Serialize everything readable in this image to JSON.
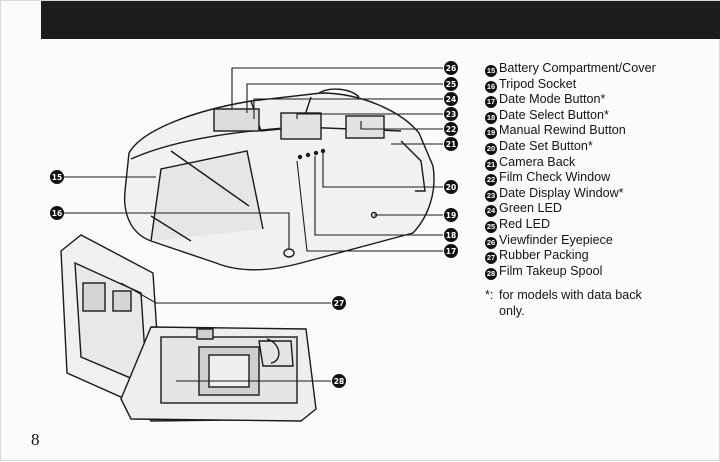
{
  "page_number": "8",
  "parts": [
    {
      "num": "15",
      "label": "Battery Compartment/Cover"
    },
    {
      "num": "16",
      "label": "Tripod Socket"
    },
    {
      "num": "17",
      "label": "Date Mode Button*"
    },
    {
      "num": "18",
      "label": "Date Select Button*"
    },
    {
      "num": "19",
      "label": "Manual Rewind Button"
    },
    {
      "num": "20",
      "label": "Date Set Button*"
    },
    {
      "num": "21",
      "label": "Camera Back"
    },
    {
      "num": "22",
      "label": "Film Check Window"
    },
    {
      "num": "23",
      "label": "Date Display Window*"
    },
    {
      "num": "24",
      "label": "Green LED"
    },
    {
      "num": "25",
      "label": "Red LED"
    },
    {
      "num": "26",
      "label": "Viewfinder Eyepiece"
    },
    {
      "num": "27",
      "label": "Rubber Packing"
    },
    {
      "num": "28",
      "label": "Film Takeup Spool"
    }
  ],
  "note": {
    "mark": "*:",
    "line1": "for models with data back",
    "line2": "only."
  },
  "callouts": [
    "26",
    "25",
    "24",
    "23",
    "22",
    "21",
    "20",
    "19",
    "18",
    "17",
    "15",
    "16",
    "27",
    "28"
  ]
}
